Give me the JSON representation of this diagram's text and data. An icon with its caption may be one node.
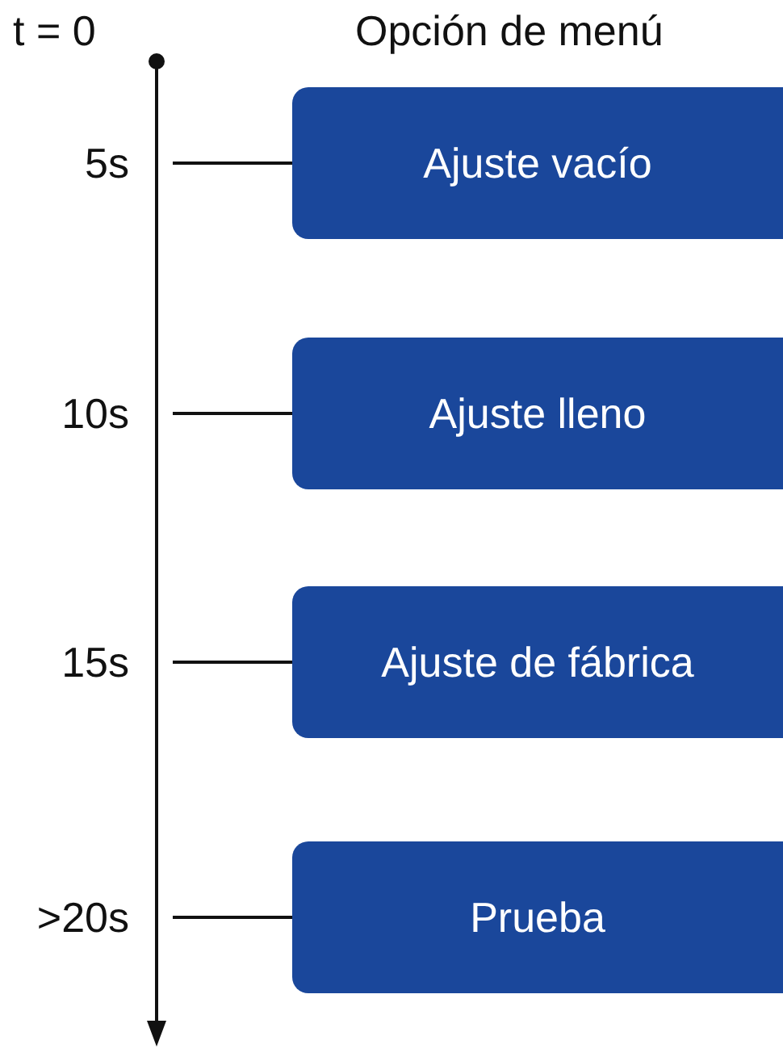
{
  "diagram": {
    "nodes": [
      {
        "text": [
          "5s"
        ]
      },
      {
        "text": [
          "Ajuste vacío"
        ]
      },
      {
        "text": [
          "10s"
        ]
      },
      {
        "text": [
          "Ajuste lleno"
        ]
      },
      {
        "text": [
          "15s"
        ]
      },
      {
        "text": [
          "Ajuste de fábrica"
        ]
      },
      {
        "text": [
          ">20s"
        ]
      },
      {
        "text": [
          "Prueba"
        ]
      }
    ],
    "edges": [
      {
        "from": 0,
        "to": 1,
        "arrow": "none"
      },
      {
        "from": 2,
        "to": 3,
        "arrow": "none"
      },
      {
        "from": 4,
        "to": 5,
        "arrow": "none"
      },
      {
        "from": 6,
        "to": 7,
        "arrow": "none"
      }
    ],
    "labels": [
      "t = 0",
      "Opción de menú"
    ]
  }
}
